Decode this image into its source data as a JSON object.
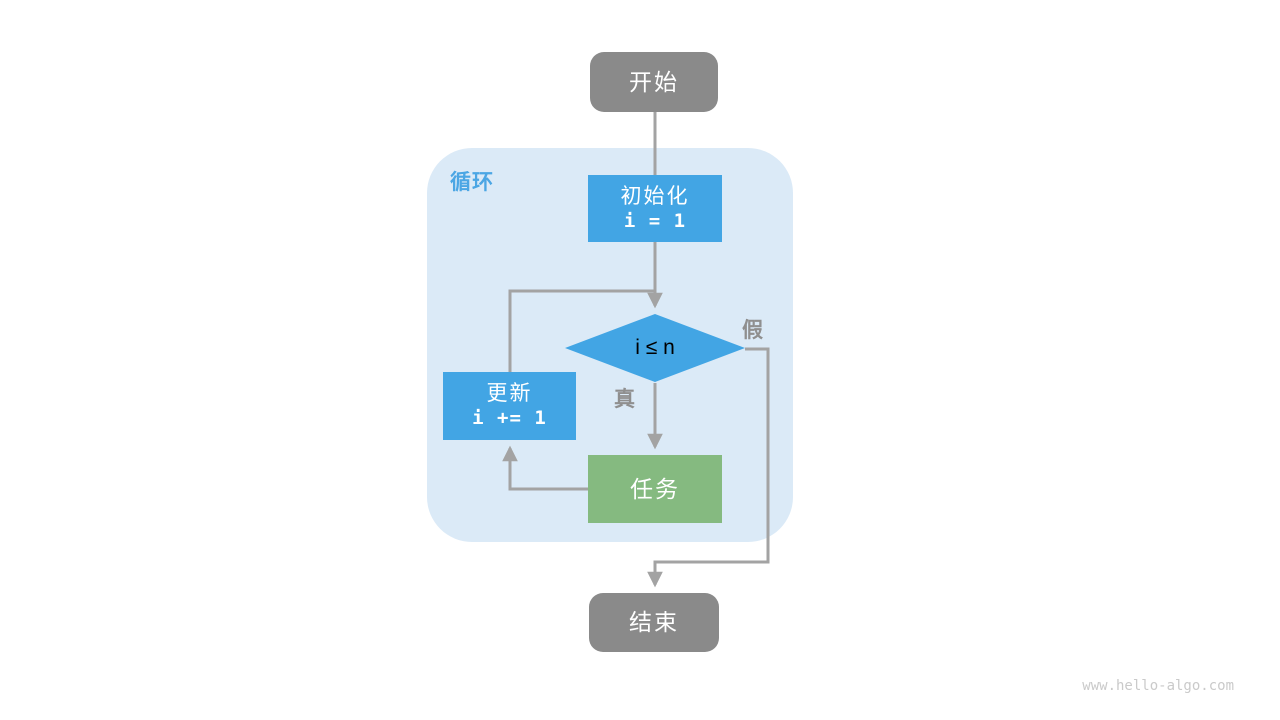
{
  "diagram": {
    "loop_label": "循环",
    "nodes": {
      "start": {
        "label": "开始"
      },
      "init": {
        "label": "初始化",
        "code": "i = 1"
      },
      "condition": {
        "code": "i ≤ n"
      },
      "update": {
        "label": "更新",
        "code": "i += 1"
      },
      "task": {
        "label": "任务"
      },
      "end": {
        "label": "结束"
      }
    },
    "edge_labels": {
      "true_branch": "真",
      "false_branch": "假"
    },
    "colors": {
      "process_blue": "#42A5E4",
      "task_green": "#85BA80",
      "terminal_gray": "#8A8A8A",
      "loop_background": "#DBEAF7",
      "connector_gray": "#A3A3A3",
      "loop_label_blue": "#4BA6E4"
    }
  },
  "page": {
    "watermark": "www.hello-algo.com"
  }
}
